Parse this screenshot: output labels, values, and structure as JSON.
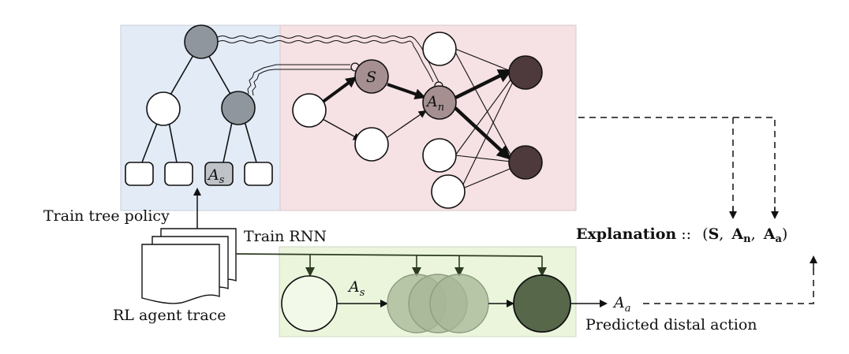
{
  "labels": {
    "train_tree_policy": "Train tree policy",
    "train_rnn": "Train RNN",
    "rl_agent_trace": "RL agent trace",
    "predicted_distal_action": "Predicted distal action",
    "explanation_word": "Explanation",
    "explanation_sep": "::",
    "explanation_open": "(",
    "explanation_s": "S",
    "explanation_comma1": ",",
    "explanation_an_main": "A",
    "explanation_an_sub": "n",
    "explanation_comma2": ",",
    "explanation_aa_main": "A",
    "explanation_aa_sub": "a",
    "explanation_close": ")"
  },
  "node_labels": {
    "s_node": "S",
    "an_node_main": "A",
    "an_node_sub": "n",
    "as_leaf_main": "A",
    "as_leaf_sub": "s",
    "as_edge_main": "A",
    "as_edge_sub": "s",
    "aa_output_main": "A",
    "aa_output_sub": "a"
  },
  "colors": {
    "tree_panel_bg": "#e3ebf7",
    "network_panel_bg": "#f6e1e4",
    "rnn_panel_bg": "#eaf5dc",
    "tree_node_fill": "#8f969e",
    "s_an_node_fill": "#a58f91",
    "output_node_fill": "#4e3a3c",
    "rnn_input_fill": "#f2f9e9",
    "rnn_hidden_fill": "#a7b597",
    "rnn_output_fill": "#56674a",
    "stroke": "#111111"
  }
}
